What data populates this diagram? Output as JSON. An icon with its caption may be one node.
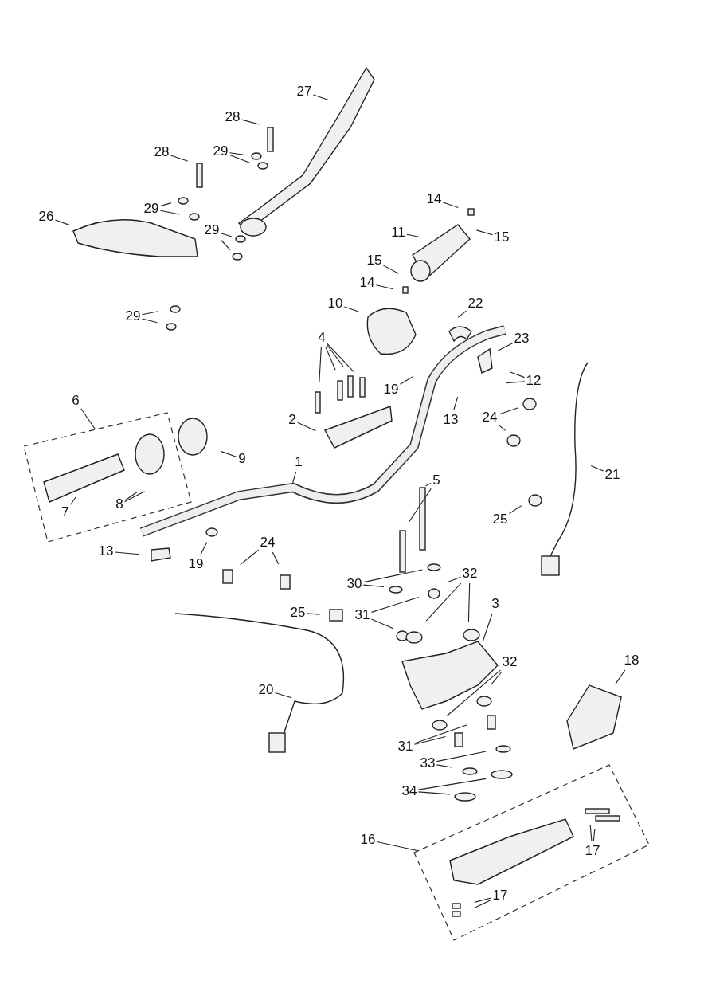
{
  "diagram": {
    "nodes": [
      {
        "text": [
          "27"
        ]
      },
      {
        "text": [
          "28"
        ]
      },
      {
        "text": [
          "28"
        ]
      },
      {
        "text": [
          "29"
        ]
      },
      {
        "text": [
          "29"
        ]
      },
      {
        "text": [
          "29"
        ]
      },
      {
        "text": [
          "26"
        ]
      },
      {
        "text": [
          "14"
        ]
      },
      {
        "text": [
          "15"
        ]
      },
      {
        "text": [
          "11"
        ]
      },
      {
        "text": [
          "15"
        ]
      },
      {
        "text": [
          "14"
        ]
      },
      {
        "text": [
          "10"
        ]
      },
      {
        "text": [
          "22"
        ]
      },
      {
        "text": [
          "29"
        ]
      },
      {
        "text": [
          "4"
        ]
      },
      {
        "text": [
          "23"
        ]
      },
      {
        "text": [
          "12"
        ]
      },
      {
        "text": [
          "19"
        ]
      },
      {
        "text": [
          "13"
        ]
      },
      {
        "text": [
          "24"
        ]
      },
      {
        "text": [
          "6"
        ]
      },
      {
        "text": [],
        "shape": "box"
      },
      {
        "text": [
          "7"
        ],
        "in": 22
      },
      {
        "text": [
          "8"
        ],
        "in": 22
      },
      {
        "text": [
          "2"
        ]
      },
      {
        "text": [
          "9"
        ]
      },
      {
        "text": [
          "21"
        ]
      },
      {
        "text": [
          "1"
        ]
      },
      {
        "text": [
          "5"
        ]
      },
      {
        "text": [
          "25"
        ]
      },
      {
        "text": [
          "13"
        ]
      },
      {
        "text": [
          "19"
        ]
      },
      {
        "text": [
          "24"
        ]
      },
      {
        "text": [
          "30"
        ]
      },
      {
        "text": [
          "32"
        ]
      },
      {
        "text": [
          "31"
        ]
      },
      {
        "text": [
          "25"
        ]
      },
      {
        "text": [
          "3"
        ]
      },
      {
        "text": [
          "18"
        ]
      },
      {
        "text": [
          "32"
        ]
      },
      {
        "text": [
          "20"
        ]
      },
      {
        "text": [
          "31"
        ]
      },
      {
        "text": [
          "33"
        ]
      },
      {
        "text": [
          "34"
        ]
      },
      {
        "text": [
          "16"
        ]
      },
      {
        "text": [],
        "shape": "box"
      },
      {
        "text": [
          "17"
        ],
        "in": 46
      },
      {
        "text": [
          "17"
        ],
        "in": 46
      }
    ],
    "edges": [
      {
        "from": 0,
        "to": null,
        "arrow": "none"
      },
      {
        "from": 1,
        "to": null,
        "arrow": "none"
      },
      {
        "from": 2,
        "to": null,
        "arrow": "none"
      },
      {
        "from": 3,
        "to": null,
        "arrow": "none"
      },
      {
        "from": 3,
        "to": null,
        "arrow": "none"
      },
      {
        "from": 4,
        "to": null,
        "arrow": "none"
      },
      {
        "from": 4,
        "to": null,
        "arrow": "none"
      },
      {
        "from": 5,
        "to": null,
        "arrow": "none"
      },
      {
        "from": 5,
        "to": null,
        "arrow": "none"
      },
      {
        "from": 6,
        "to": null,
        "arrow": "none"
      },
      {
        "from": 7,
        "to": null,
        "arrow": "none"
      },
      {
        "from": 8,
        "to": null,
        "arrow": "none"
      },
      {
        "from": 9,
        "to": null,
        "arrow": "none"
      },
      {
        "from": 10,
        "to": null,
        "arrow": "none"
      },
      {
        "from": 11,
        "to": null,
        "arrow": "none"
      },
      {
        "from": 12,
        "to": null,
        "arrow": "none"
      },
      {
        "from": 13,
        "to": null,
        "arrow": "none"
      },
      {
        "from": 14,
        "to": null,
        "arrow": "none"
      },
      {
        "from": 14,
        "to": null,
        "arrow": "none"
      },
      {
        "from": 15,
        "to": null,
        "arrow": "none"
      },
      {
        "from": 15,
        "to": null,
        "arrow": "none"
      },
      {
        "from": 15,
        "to": null,
        "arrow": "none"
      },
      {
        "from": 15,
        "to": null,
        "arrow": "none"
      },
      {
        "from": 16,
        "to": null,
        "arrow": "none"
      },
      {
        "from": 17,
        "to": null,
        "arrow": "none"
      },
      {
        "from": 17,
        "to": null,
        "arrow": "none"
      },
      {
        "from": 18,
        "to": null,
        "arrow": "none"
      },
      {
        "from": 19,
        "to": null,
        "arrow": "none"
      },
      {
        "from": 20,
        "to": null,
        "arrow": "none"
      },
      {
        "from": 20,
        "to": null,
        "arrow": "none"
      },
      {
        "from": 21,
        "to": 22,
        "arrow": "none"
      },
      {
        "from": 25,
        "to": null,
        "arrow": "none"
      },
      {
        "from": 26,
        "to": null,
        "arrow": "none"
      },
      {
        "from": 27,
        "to": null,
        "arrow": "none"
      },
      {
        "from": 28,
        "to": null,
        "arrow": "none"
      },
      {
        "from": 29,
        "to": null,
        "arrow": "none"
      },
      {
        "from": 29,
        "to": null,
        "arrow": "none"
      },
      {
        "from": 24,
        "to": null,
        "arrow": "none"
      },
      {
        "from": 24,
        "to": null,
        "arrow": "none"
      },
      {
        "from": 23,
        "to": null,
        "arrow": "none"
      },
      {
        "from": 30,
        "to": null,
        "arrow": "none"
      },
      {
        "from": 31,
        "to": null,
        "arrow": "none"
      },
      {
        "from": 32,
        "to": null,
        "arrow": "none"
      },
      {
        "from": 33,
        "to": null,
        "arrow": "none"
      },
      {
        "from": 33,
        "to": null,
        "arrow": "none"
      },
      {
        "from": 34,
        "to": null,
        "arrow": "none"
      },
      {
        "from": 34,
        "to": null,
        "arrow": "none"
      },
      {
        "from": 35,
        "to": null,
        "arrow": "none"
      },
      {
        "from": 35,
        "to": null,
        "arrow": "none"
      },
      {
        "from": 35,
        "to": null,
        "arrow": "none"
      },
      {
        "from": 36,
        "to": null,
        "arrow": "none"
      },
      {
        "from": 36,
        "to": null,
        "arrow": "none"
      },
      {
        "from": 37,
        "to": null,
        "arrow": "none"
      },
      {
        "from": 38,
        "to": null,
        "arrow": "none"
      },
      {
        "from": 39,
        "to": null,
        "arrow": "none"
      },
      {
        "from": 40,
        "to": null,
        "arrow": "none"
      },
      {
        "from": 40,
        "to": null,
        "arrow": "none"
      },
      {
        "from": 41,
        "to": null,
        "arrow": "none"
      },
      {
        "from": 42,
        "to": null,
        "arrow": "none"
      },
      {
        "from": 42,
        "to": null,
        "arrow": "none"
      },
      {
        "from": 43,
        "to": null,
        "arrow": "none"
      },
      {
        "from": 43,
        "to": null,
        "arrow": "none"
      },
      {
        "from": 44,
        "to": null,
        "arrow": "none"
      },
      {
        "from": 44,
        "to": null,
        "arrow": "none"
      },
      {
        "from": 45,
        "to": 46,
        "arrow": "none"
      },
      {
        "from": 47,
        "to": null,
        "arrow": "none"
      },
      {
        "from": 47,
        "to": null,
        "arrow": "none"
      },
      {
        "from": 48,
        "to": null,
        "arrow": "none"
      },
      {
        "from": 48,
        "to": null,
        "arrow": "none"
      }
    ]
  }
}
